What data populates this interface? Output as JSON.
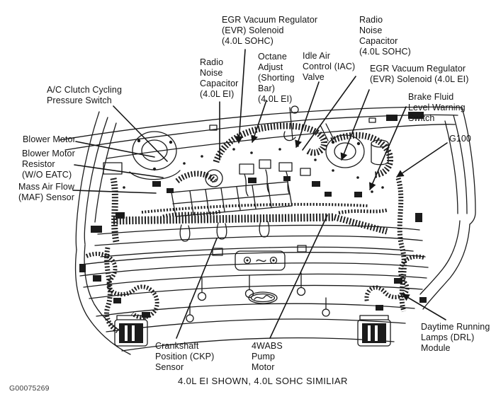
{
  "colors": {
    "background": "#ffffff",
    "ink": "#1b1b1b"
  },
  "figure": {
    "code": "G00075269",
    "caption": "4.0L EI SHOWN, 4.0L SOHC SIMILIAR"
  },
  "callouts": {
    "egr_solenoid_sohc": "EGR Vacuum Regulator\n(EVR) Solenoid\n(4.0L SOHC)",
    "radio_noise_capacitor_sohc": "Radio\nNoise\nCapacitor\n(4.0L SOHC)",
    "radio_noise_capacitor_ei": "Radio\nNoise\nCapacitor\n(4.0L EI)",
    "octane_adjust": "Octane\nAdjust\n(Shorting\nBar)\n(4.0L EI)",
    "iac_valve": "Idle Air\nControl (IAC)\nValve",
    "egr_solenoid_ei": "EGR Vacuum Regulator\n(EVR) Solenoid (4.0L EI)",
    "brake_fluid_switch": "Brake Fluid\nLevel Warning\nSwitch",
    "g100": "G100",
    "ac_clutch_switch": "A/C Clutch Cycling\nPressure Switch",
    "blower_motor": "Blower Motor",
    "blower_motor_resistor": "Blower Motor\nResistor\n(W/O EATC)",
    "maf_sensor": "Mass Air Flow\n(MAF) Sensor",
    "ckp_sensor": "Crankshaft\nPosition (CKP)\nSensor",
    "fourwabs_pump": "4WABS\nPump\nMotor",
    "drl_module": "Daytime Running\nLamps (DRL)\nModule"
  }
}
